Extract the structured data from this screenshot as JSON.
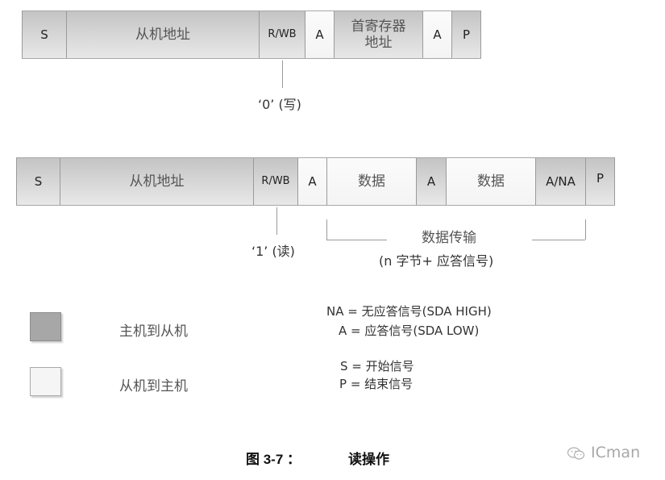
{
  "write_frame": {
    "cells": [
      {
        "label": "S",
        "type": "master"
      },
      {
        "label": "从机地址",
        "type": "master"
      },
      {
        "label": "R/WB",
        "type": "master"
      },
      {
        "label": "A",
        "type": "slave"
      },
      {
        "label": "首寄存器\n地址",
        "line1": "首寄存器",
        "line2": "地址",
        "type": "master"
      },
      {
        "label": "A",
        "type": "slave"
      },
      {
        "label": "P",
        "type": "master"
      }
    ],
    "rw_annotation": "‘0’ (写)"
  },
  "read_frame": {
    "cells": [
      {
        "label": "S",
        "type": "master"
      },
      {
        "label": "从机地址",
        "type": "master"
      },
      {
        "label": "R/WB",
        "type": "master"
      },
      {
        "label": "A",
        "type": "slave"
      },
      {
        "label": "数据",
        "type": "slave"
      },
      {
        "label": "A",
        "type": "master"
      },
      {
        "label": "数据",
        "type": "slave"
      },
      {
        "label": "A/NA",
        "type": "master"
      },
      {
        "label": "P",
        "type": "master"
      }
    ],
    "rw_annotation": "‘1’ (读)",
    "transfer_bracket": {
      "title": "数据传输",
      "subtitle": "(n 字节+ 应答信号)"
    }
  },
  "legend": {
    "items": [
      {
        "swatch": "gray",
        "label": "主机到从机"
      },
      {
        "swatch": "white",
        "label": "从机到主机"
      }
    ]
  },
  "key": {
    "lines": [
      "NA = 无应答信号(SDA HIGH)",
      "A = 应答信号(SDA LOW)",
      "S = 开始信号",
      "P = 结束信号"
    ]
  },
  "caption": {
    "figure": "图  3-7 ：",
    "title": "读操作"
  },
  "watermark": {
    "icon": "wechat-icon",
    "text": "ICman"
  },
  "colors": {
    "master_cell": "#c8c8c8",
    "slave_cell": "#f7f7f7",
    "line": "#9a9a9a"
  }
}
